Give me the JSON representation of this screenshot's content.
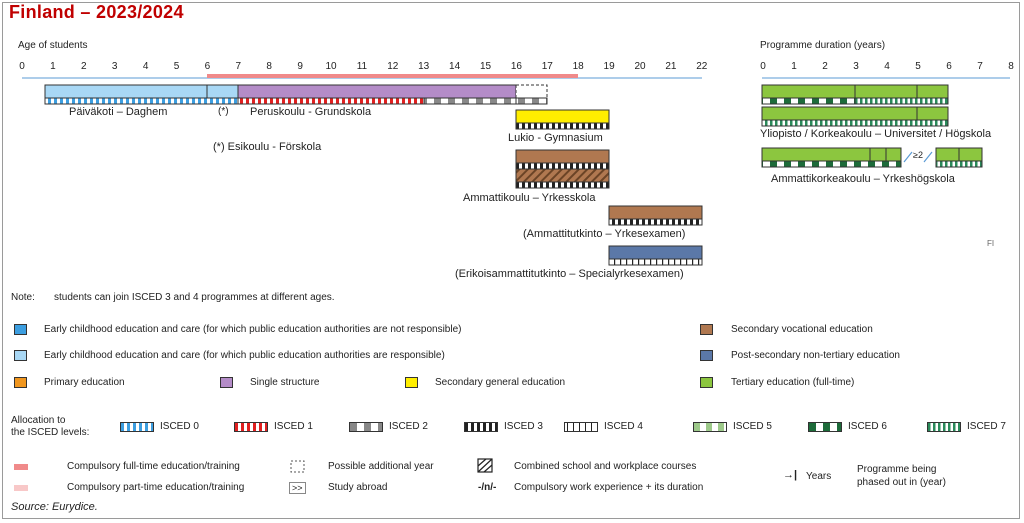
{
  "title": "Finland – 2023/2024",
  "age_axis": {
    "label": "Age of students",
    "ticks": [
      "0",
      "1",
      "2",
      "3",
      "4",
      "5",
      "6",
      "7",
      "8",
      "9",
      "10",
      "11",
      "12",
      "13",
      "14",
      "15",
      "16",
      "17",
      "18",
      "19",
      "20",
      "21",
      "22"
    ]
  },
  "duration_axis": {
    "label": "Programme duration (years)",
    "ticks": [
      "0",
      "1",
      "2",
      "3",
      "4",
      "5",
      "6",
      "7",
      "8"
    ]
  },
  "programmes": {
    "paivakoti": "Päiväkoti – Daghem",
    "asterisk": "(*)",
    "peruskoulu": "Peruskoulu - Grundskola",
    "esikoulu": "(*) Esikoulu - Förskola",
    "lukio": "Lukio - Gymnasium",
    "ammattikoulu": "Ammattikoulu – Yrkesskola",
    "ammattitutkinto": "(Ammattitutkinto – Yrkesexamen)",
    "erikois": "(Erikoisammattitutkinto – Specialyrkesexamen)",
    "yliopisto": "Yliopisto / Korkeakoulu – Universitet / Högskola",
    "amk": "Ammattikorkeakoulu – Yrkeshögskola",
    "wave": "≥2",
    "fi": "FI"
  },
  "note": {
    "label": "Note:",
    "text": "students can join ISCED 3 and 4 programmes at different ages."
  },
  "legend": {
    "ecec_not": "Early childhood education and care (for which public education authorities are not responsible)",
    "ecec_resp": "Early childhood education and care (for which public education authorities are responsible)",
    "primary": "Primary education",
    "single": "Single structure",
    "sec_gen": "Secondary general education",
    "sec_voc": "Secondary vocational education",
    "post_sec": "Post-secondary non-tertiary education",
    "tertiary": "Tertiary education (full-time)"
  },
  "colors": {
    "ecec_not": "#3c9ee0",
    "ecec_resp": "#a9d8f5",
    "primary": "#f0961e",
    "single": "#b48cc8",
    "sec_gen": "#ffee00",
    "sec_voc": "#b07850",
    "post_sec": "#5b78a8",
    "tertiary": "#8cc63f",
    "compulsory_full": "#f08a8a",
    "compulsory_part": "#f8c8c8"
  },
  "allocation": {
    "label_1": "Allocation to",
    "label_2": "the ISCED levels:",
    "levels": [
      "ISCED 0",
      "ISCED 1",
      "ISCED 2",
      "ISCED 3",
      "ISCED 4",
      "ISCED 5",
      "ISCED 6",
      "ISCED 7"
    ]
  },
  "key": {
    "comp_full": "Compulsory full-time education/training",
    "comp_part": "Compulsory part-time education/training",
    "add_year": "Possible additional year",
    "study_abroad_sym": ">>",
    "study_abroad": "Study abroad",
    "combined": "Combined school and workplace courses",
    "work_sym": "-/n/-",
    "work": "Compulsory work experience + its duration",
    "years_sym": "→|",
    "years": "Years",
    "phased_1": "Programme being",
    "phased_2": "phased out in (year)"
  },
  "source": "Source: Eurydice."
}
